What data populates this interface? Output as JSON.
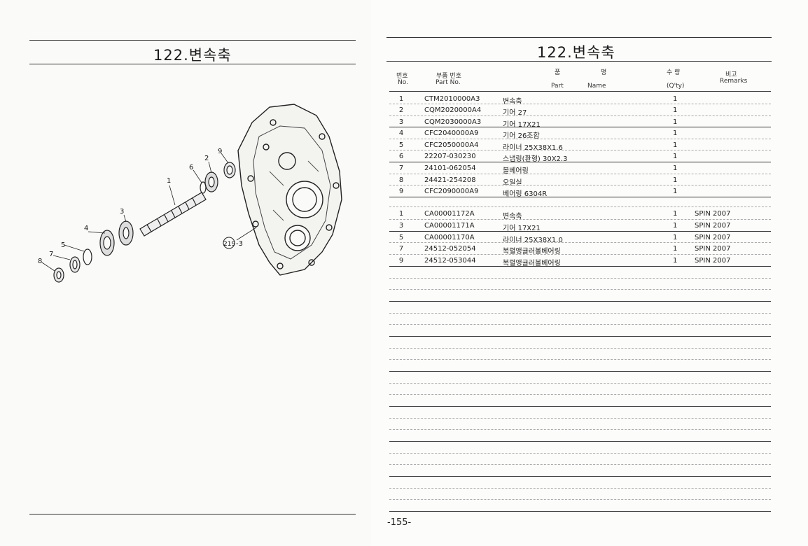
{
  "left_page": {
    "title": "122.변속축",
    "callouts": [
      "1",
      "2",
      "3",
      "4",
      "5",
      "6",
      "7",
      "8",
      "9",
      "219",
      "-3"
    ]
  },
  "right_page": {
    "title": "122.변속축",
    "headers": {
      "no_ko": "번호",
      "no_en": "No.",
      "part_ko": "부품 번호",
      "part_en": "Part  No.",
      "name_ko_1": "품",
      "name_ko_2": "명",
      "name_en_part": "Part",
      "name_en_name": "Name",
      "qty_ko": "수 량",
      "qty_en": "(Q'ty)",
      "remarks_ko": "비고",
      "remarks_en": "Remarks"
    },
    "rows_group1": [
      {
        "no": "1",
        "part": "CTM2010000A3",
        "name": "변속축",
        "qty": "1",
        "remarks": ""
      },
      {
        "no": "2",
        "part": "CQM2020000A4",
        "name": "기어 27",
        "qty": "1",
        "remarks": ""
      },
      {
        "no": "3",
        "part": "CQM2030000A3",
        "name": "기어 17X21",
        "qty": "1",
        "remarks": ""
      },
      {
        "no": "4",
        "part": "CFC2040000A9",
        "name": "기어 26조합",
        "qty": "1",
        "remarks": ""
      },
      {
        "no": "5",
        "part": "CFC2050000A4",
        "name": "라이너 25X38X1.6",
        "qty": "1",
        "remarks": ""
      },
      {
        "no": "6",
        "part": "22207-030230",
        "name": "스냅링(환형) 30X2.3",
        "qty": "1",
        "remarks": ""
      },
      {
        "no": "7",
        "part": "24101-062054",
        "name": "볼베어링",
        "qty": "1",
        "remarks": ""
      },
      {
        "no": "8",
        "part": "24421-254208",
        "name": "오일실",
        "qty": "1",
        "remarks": ""
      },
      {
        "no": "9",
        "part": "CFC2090000A9",
        "name": "베어링 6304R",
        "qty": "1",
        "remarks": ""
      }
    ],
    "rows_group2": [
      {
        "no": "1",
        "part": "CA00001172A",
        "name": "변속축",
        "qty": "1",
        "remarks": "SPIN 2007"
      },
      {
        "no": "3",
        "part": "CA00001171A",
        "name": "기어 17X21",
        "qty": "1",
        "remarks": "SPIN 2007"
      },
      {
        "no": "5",
        "part": "CA00001170A",
        "name": "라이너 25X38X1.0",
        "qty": "1",
        "remarks": "SPIN 2007"
      },
      {
        "no": "7",
        "part": "24512-052054",
        "name": "복렬앵귤러볼베어링",
        "qty": "1",
        "remarks": "SPIN 2007"
      },
      {
        "no": "9",
        "part": "24512-053044",
        "name": "복렬앵귤러볼베어링",
        "qty": "1",
        "remarks": "SPIN 2007"
      }
    ],
    "page_number": "-155-"
  }
}
